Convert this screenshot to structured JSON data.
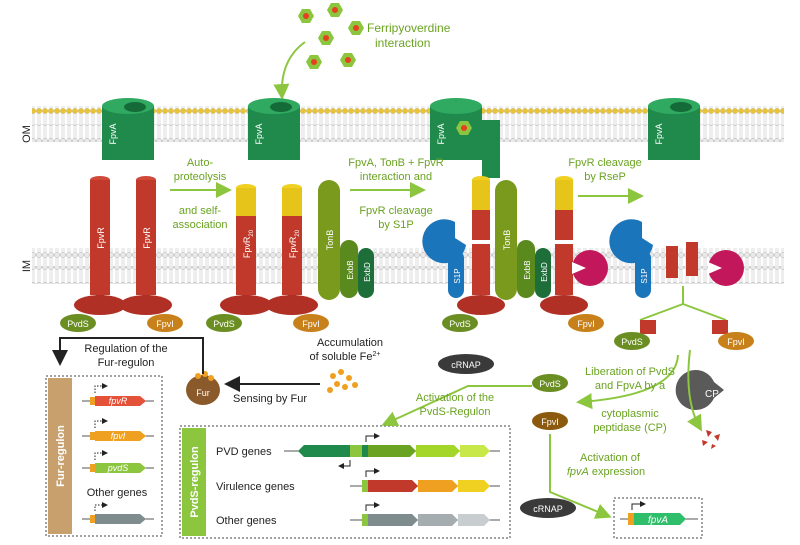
{
  "membranes": {
    "om": "OM",
    "im": "IM"
  },
  "top_label": {
    "line1": "Ferripyoverdine",
    "line2": "interaction"
  },
  "proteins": {
    "fpva": "FpvA",
    "fpvr": "FpvR",
    "fpvr20": "FpvR",
    "fpvr20_sub": "20",
    "tonb": "TonB",
    "exbb": "ExbB",
    "exbd": "ExbD",
    "s1p": "S1P",
    "rsep": "RseP",
    "pvds": "PvdS",
    "fpvi": "FpvI",
    "fur": "Fur",
    "cp": "CP",
    "crnap": "cRNAP"
  },
  "steps": {
    "step1": {
      "l1": "Auto-",
      "l2": "proteolysis",
      "l3": "and self-",
      "l4": "association"
    },
    "step2": {
      "l1": "FpvA, TonB + FpvR",
      "l2": "interaction and",
      "l3": "FpvR cleavage",
      "l4": "by S1P"
    },
    "step3": {
      "l1": "FpvR cleavage",
      "l2": "by RseP"
    },
    "accumulation": {
      "l1": "Accumulation",
      "l2": "of soluble Fe",
      "sup": "2+"
    },
    "sensing": "Sensing by Fur",
    "regulation": {
      "l1": "Regulation of the",
      "l2": "Fur-regulon"
    },
    "liberation": {
      "l1": "Liberation of PvdS",
      "l2": "and FpvA by a",
      "l3": "cytoplasmic",
      "l4": "peptidase (CP)"
    },
    "activation_pvds": {
      "l1": "Activation of the",
      "l2": "PvdS-Regulon"
    },
    "activation_fpva": {
      "l1": "Activation of",
      "l2": "fpvA",
      "l3": " expression"
    }
  },
  "fur_regulon": {
    "title": "Fur-regulon",
    "genes": [
      "fpvR",
      "fpvI",
      "pvdS"
    ],
    "other": "Other genes"
  },
  "pvds_regulon": {
    "title": "PvdS-regulon",
    "rows": [
      "PVD genes",
      "Virulence genes",
      "Other genes"
    ]
  },
  "fpva_gene": "fpvA",
  "colors": {
    "green_arrow": "#8cc63f",
    "fpva": "#1f8a4c",
    "fpvr": "#c0392b",
    "tonb": "#7a9a1e",
    "exb": "#1e6e3a",
    "s1p": "#1b75bb",
    "rsep": "#c2185b",
    "pvds": "#6b8e23",
    "fpvi": "#c8801a",
    "fur": "#8b5a2b",
    "fur_box": "#c8a06e",
    "pvds_box": "#8cc63f"
  }
}
